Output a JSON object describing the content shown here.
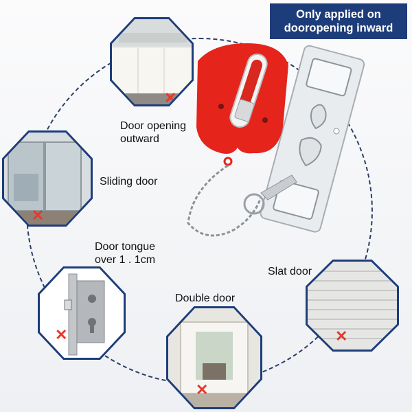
{
  "banner": {
    "text": "Only applied on\ndooropening inward"
  },
  "labels": {
    "door_opening_outward": "Door opening\noutward",
    "sliding_door": "Sliding door",
    "door_tongue": "Door tongue\nover 1 . 1cm",
    "slat_door": "Slat door",
    "double_door": "Double door"
  },
  "marks": {
    "not_applicable": "✕"
  },
  "colors": {
    "accent": "#1d3d7a",
    "lock_red": "#e5241b",
    "cross": "#e23b2e"
  }
}
